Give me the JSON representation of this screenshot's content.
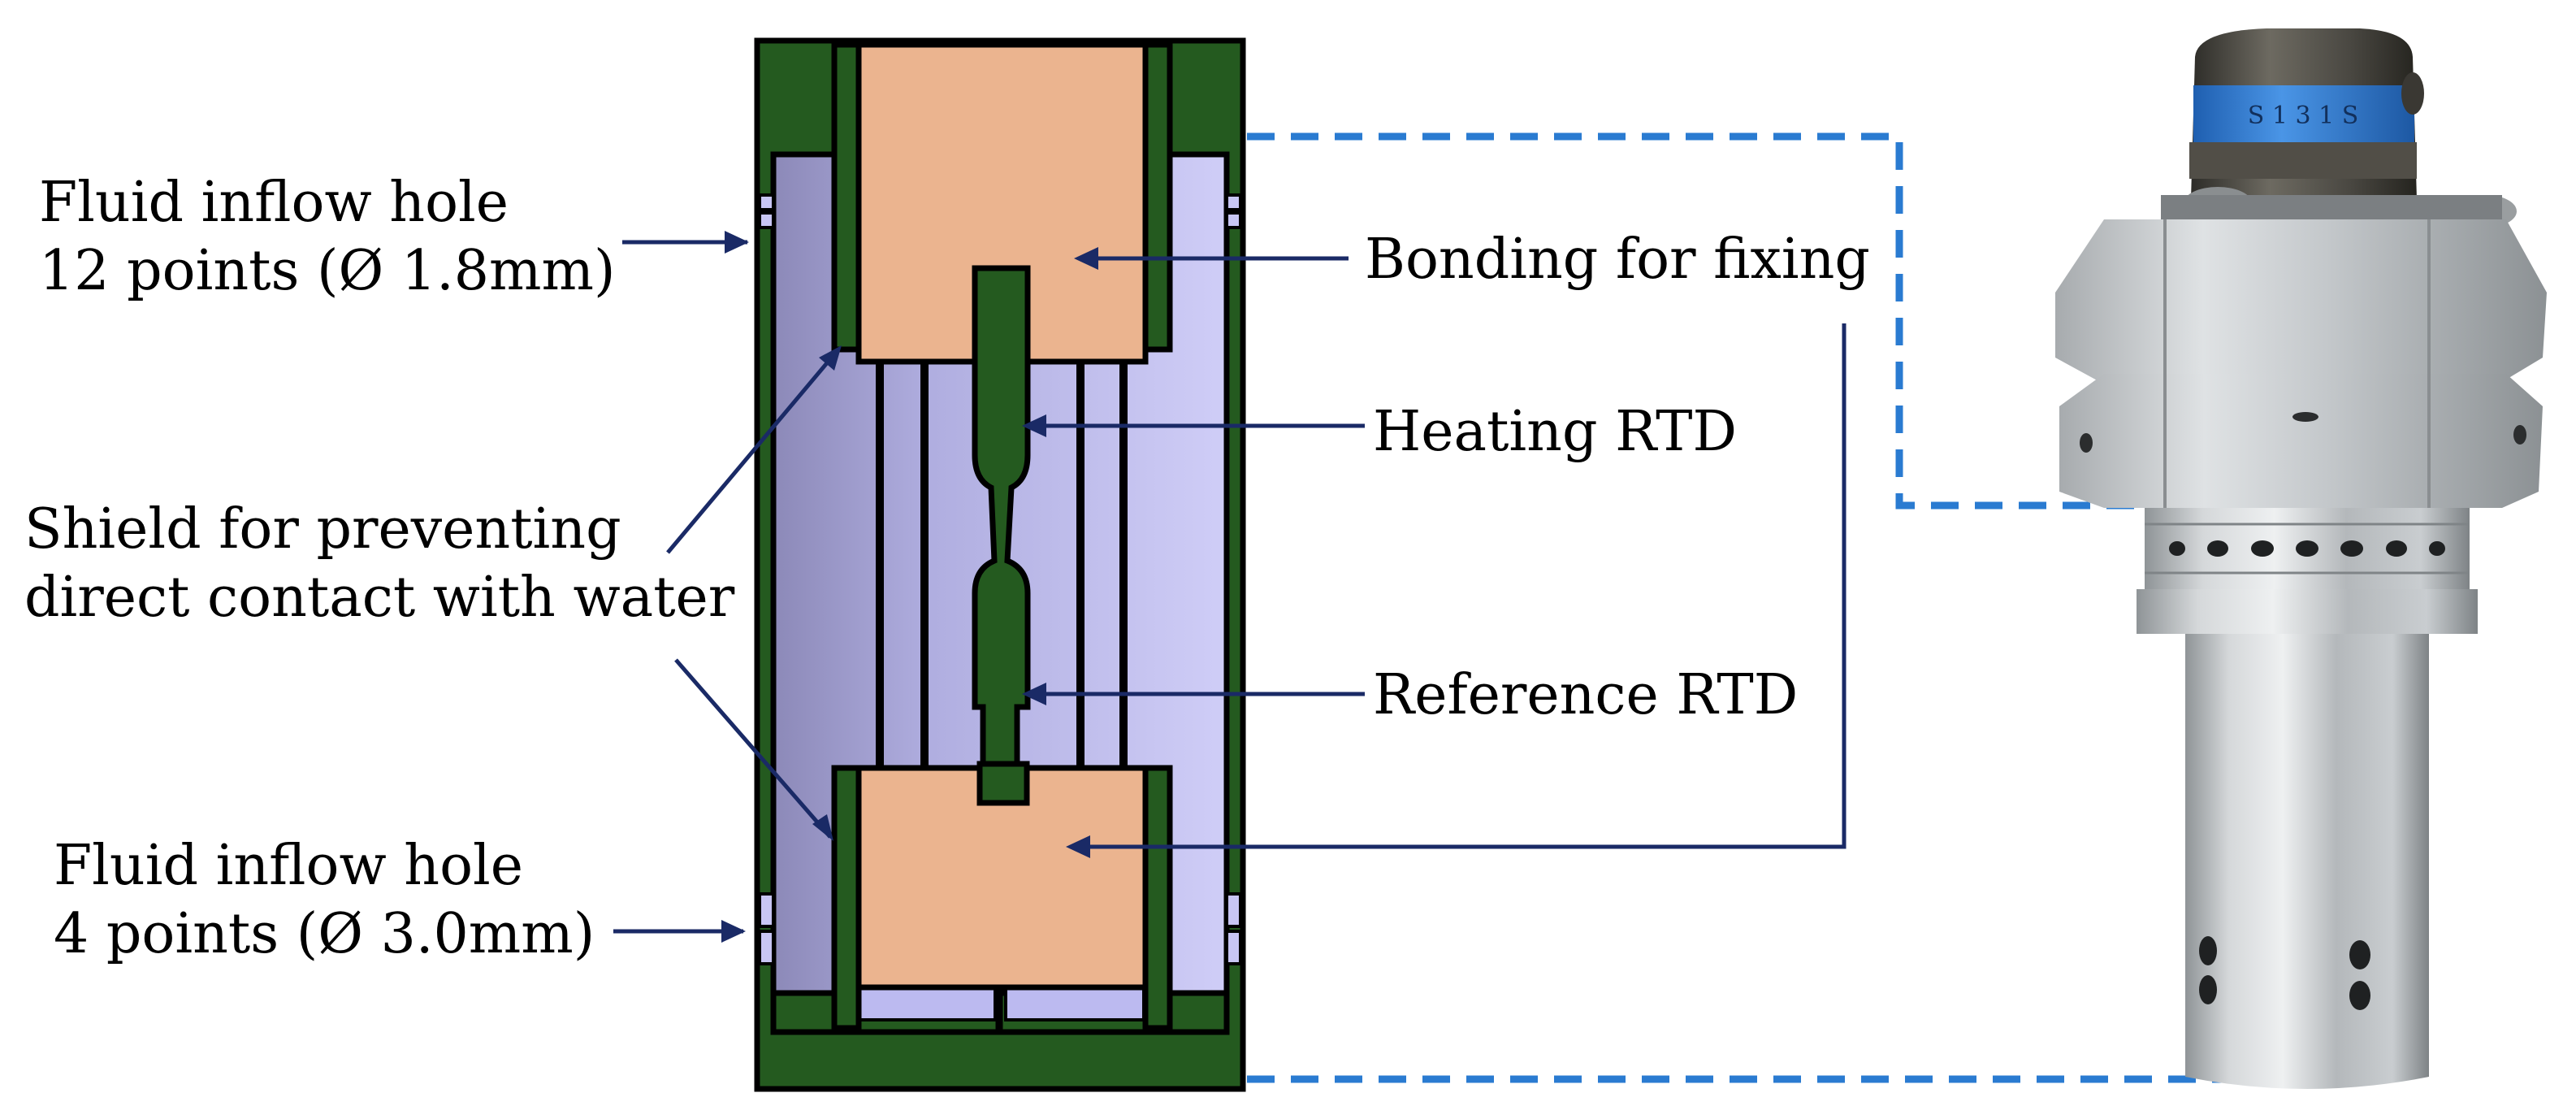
{
  "labels": {
    "inflow_top_line1": "Fluid inflow hole",
    "inflow_top_line2": "12 points (Ø 1.8mm)",
    "shield_line1": "Shield for preventing",
    "shield_line2": "direct contact with water",
    "inflow_bottom_line1": "Fluid inflow hole",
    "inflow_bottom_line2": "4 points (Ø 3.0mm)",
    "bonding": "Bonding for fixing",
    "heating_rtd": "Heating RTD",
    "reference_rtd": "Reference RTD"
  },
  "photo": {
    "band_text": "S 1 3 1 S"
  },
  "colors": {
    "housing_green": "#245a1f",
    "bonding_tan": "#ebb48f",
    "water_lavender": "#c8c6f4",
    "water_shade": "#8c89b8",
    "arrow_navy": "#1a2a66",
    "dashed_blue": "#2a7bd1",
    "steel": "#b9bdc0",
    "connector_band": "#3b82d6"
  }
}
